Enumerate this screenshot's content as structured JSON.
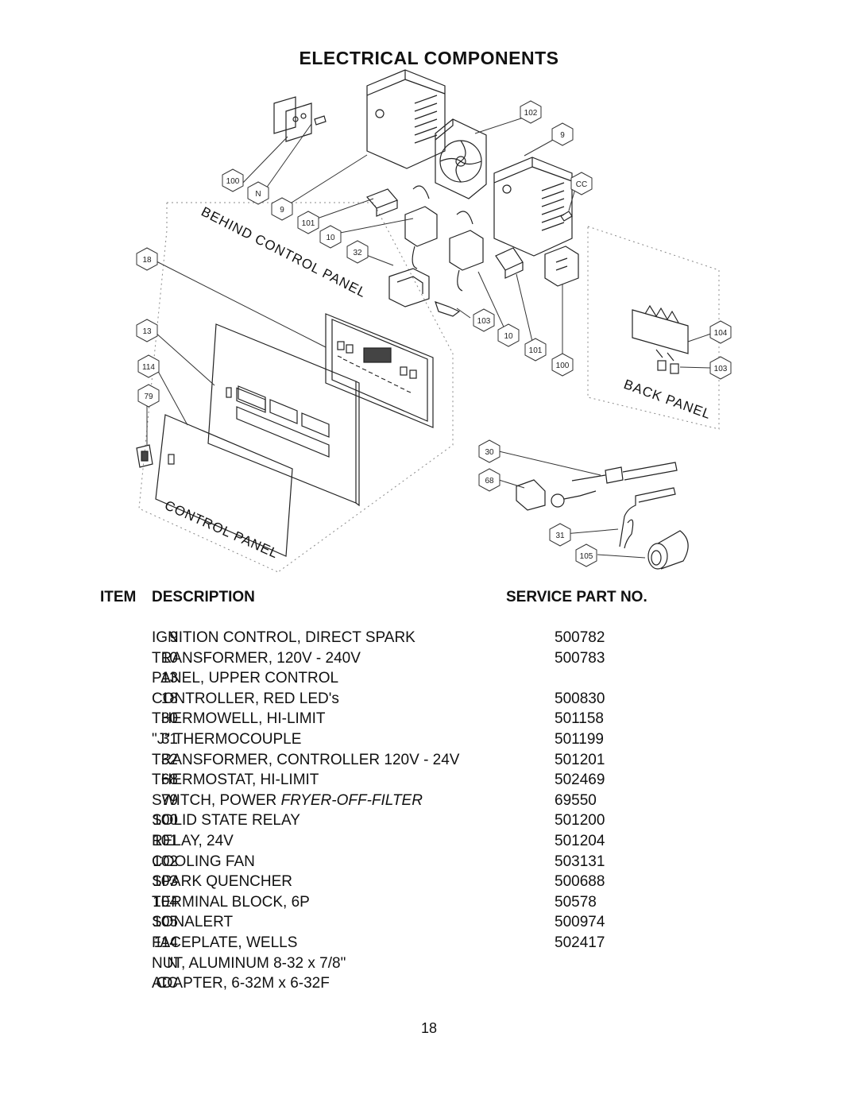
{
  "page": {
    "title": "ELECTRICAL COMPONENTS",
    "page_number": "18"
  },
  "diagram": {
    "zones": [
      "BEHIND CONTROL PANEL",
      "BACK PANEL",
      "CONTROL PANEL"
    ],
    "callouts": [
      "102",
      "9",
      "CC",
      "100",
      "N",
      "9",
      "101",
      "10",
      "32",
      "18",
      "13",
      "114",
      "79",
      "103",
      "10",
      "101",
      "100",
      "104",
      "103",
      "30",
      "68",
      "31",
      "105"
    ]
  },
  "table": {
    "headers": {
      "item": "ITEM",
      "description": "DESCRIPTION",
      "part": "SERVICE PART NO."
    },
    "rows": [
      {
        "item": "9",
        "description": "IGNITION CONTROL, DIRECT SPARK",
        "part": "500782"
      },
      {
        "item": "10",
        "description": "TRANSFORMER, 120V - 240V",
        "part": "500783"
      },
      {
        "item": "13",
        "description": "PANEL, UPPER CONTROL",
        "part": ""
      },
      {
        "item": "18",
        "description": "CONTROLLER, RED LED's",
        "part": "500830"
      },
      {
        "item": "30",
        "description": "THERMOWELL, HI-LIMIT",
        "part": "501158"
      },
      {
        "item": "31",
        "description": "\"J\" THERMOCOUPLE",
        "part": "501199"
      },
      {
        "item": "32",
        "description": "TRANSFORMER, CONTROLLER 120V - 24V",
        "part": "501201"
      },
      {
        "item": "68",
        "description": "THERMOSTAT, HI-LIMIT",
        "part": "502469"
      },
      {
        "item": "79",
        "description": "SWITCH, POWER ",
        "description_italic": "FRYER-OFF-FILTER",
        "part": "69550"
      },
      {
        "item": "100",
        "description": "SOLID STATE RELAY",
        "part": "501200"
      },
      {
        "item": "101",
        "description": "RELAY, 24V",
        "part": "501204"
      },
      {
        "item": "102",
        "description": "COOLING FAN",
        "part": "503131"
      },
      {
        "item": "103",
        "description": "SPARK QUENCHER",
        "part": "500688"
      },
      {
        "item": "104",
        "description": "TERMINAL BLOCK, 6P",
        "part": "50578"
      },
      {
        "item": "105",
        "description": "SONALERT",
        "part": "500974"
      },
      {
        "item": "114",
        "description": "FACEPLATE, WELLS",
        "part": "502417"
      },
      {
        "item": "N",
        "description": "NUT, ALUMINUM 8-32 x 7/8\"",
        "part": ""
      },
      {
        "item": "CC",
        "description": "ADAPTER, 6-32M x 6-32F",
        "part": ""
      }
    ]
  }
}
